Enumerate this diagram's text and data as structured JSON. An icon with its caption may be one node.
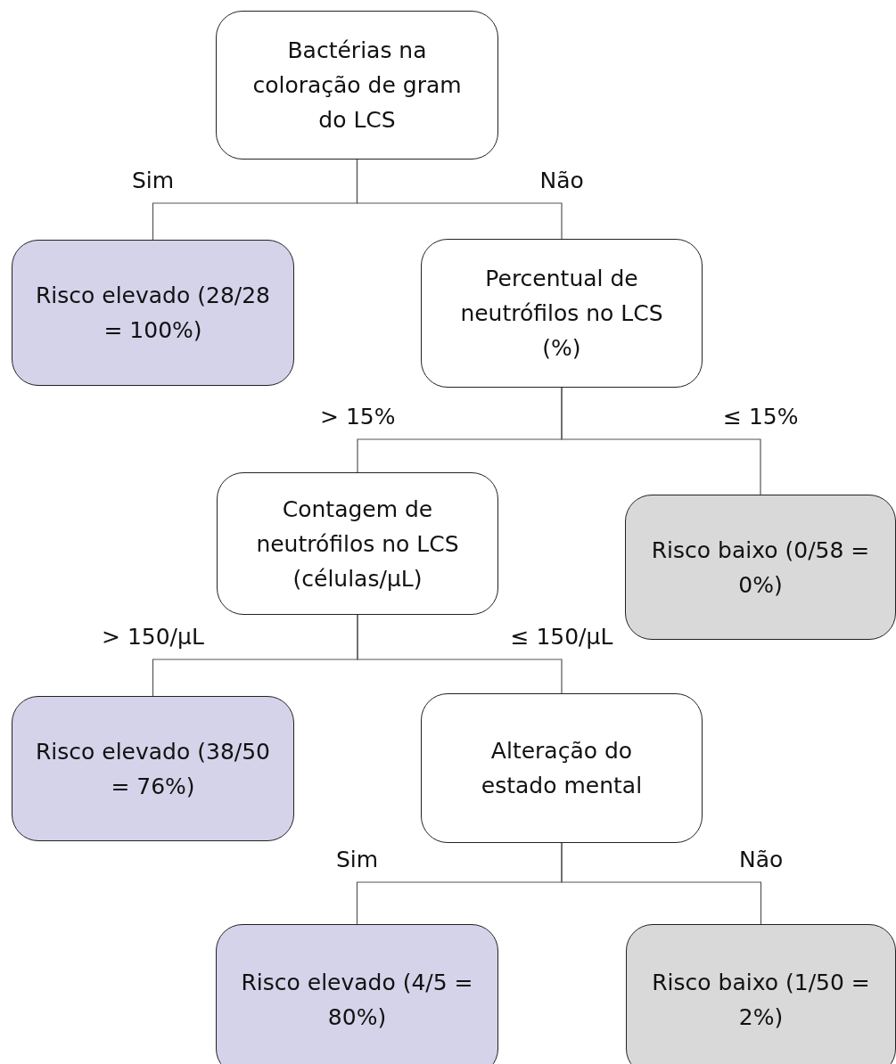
{
  "diagram": {
    "nodes": [
      {
        "text": [
          "Bactérias na coloração de gram do LCS"
        ]
      },
      {
        "text": [
          "Risco elevado (28/28 = 100%)"
        ]
      },
      {
        "text": [
          "Percentual de neutrófilos no LCS (%)"
        ]
      },
      {
        "text": [
          "Contagem de neutrófilos no LCS (células/μL)"
        ]
      },
      {
        "text": [
          "Risco baixo (0/58 = 0%)"
        ]
      },
      {
        "text": [
          "Risco elevado (38/50 = 76%)"
        ]
      },
      {
        "text": [
          "Alteração do estado mental"
        ]
      },
      {
        "text": [
          "Risco elevado (4/5 = 80%)"
        ]
      },
      {
        "text": [
          "Risco baixo (1/50 = 2%)"
        ]
      }
    ],
    "edges": [
      {
        "from": 0,
        "to": 1,
        "arrow": "none",
        "label": "Sim"
      },
      {
        "from": 0,
        "to": 2,
        "arrow": "none",
        "label": "Não"
      },
      {
        "from": 2,
        "to": 3,
        "arrow": "none",
        "label": "> 15%"
      },
      {
        "from": 2,
        "to": 4,
        "arrow": "none",
        "label": "≤ 15%"
      },
      {
        "from": 3,
        "to": 5,
        "arrow": "none",
        "label": "> 150/μL"
      },
      {
        "from": 3,
        "to": 6,
        "arrow": "none",
        "label": "≤ 150/μL"
      },
      {
        "from": 6,
        "to": 7,
        "arrow": "none",
        "label": "Sim"
      },
      {
        "from": 6,
        "to": 8,
        "arrow": "none",
        "label": "Não"
      }
    ]
  }
}
